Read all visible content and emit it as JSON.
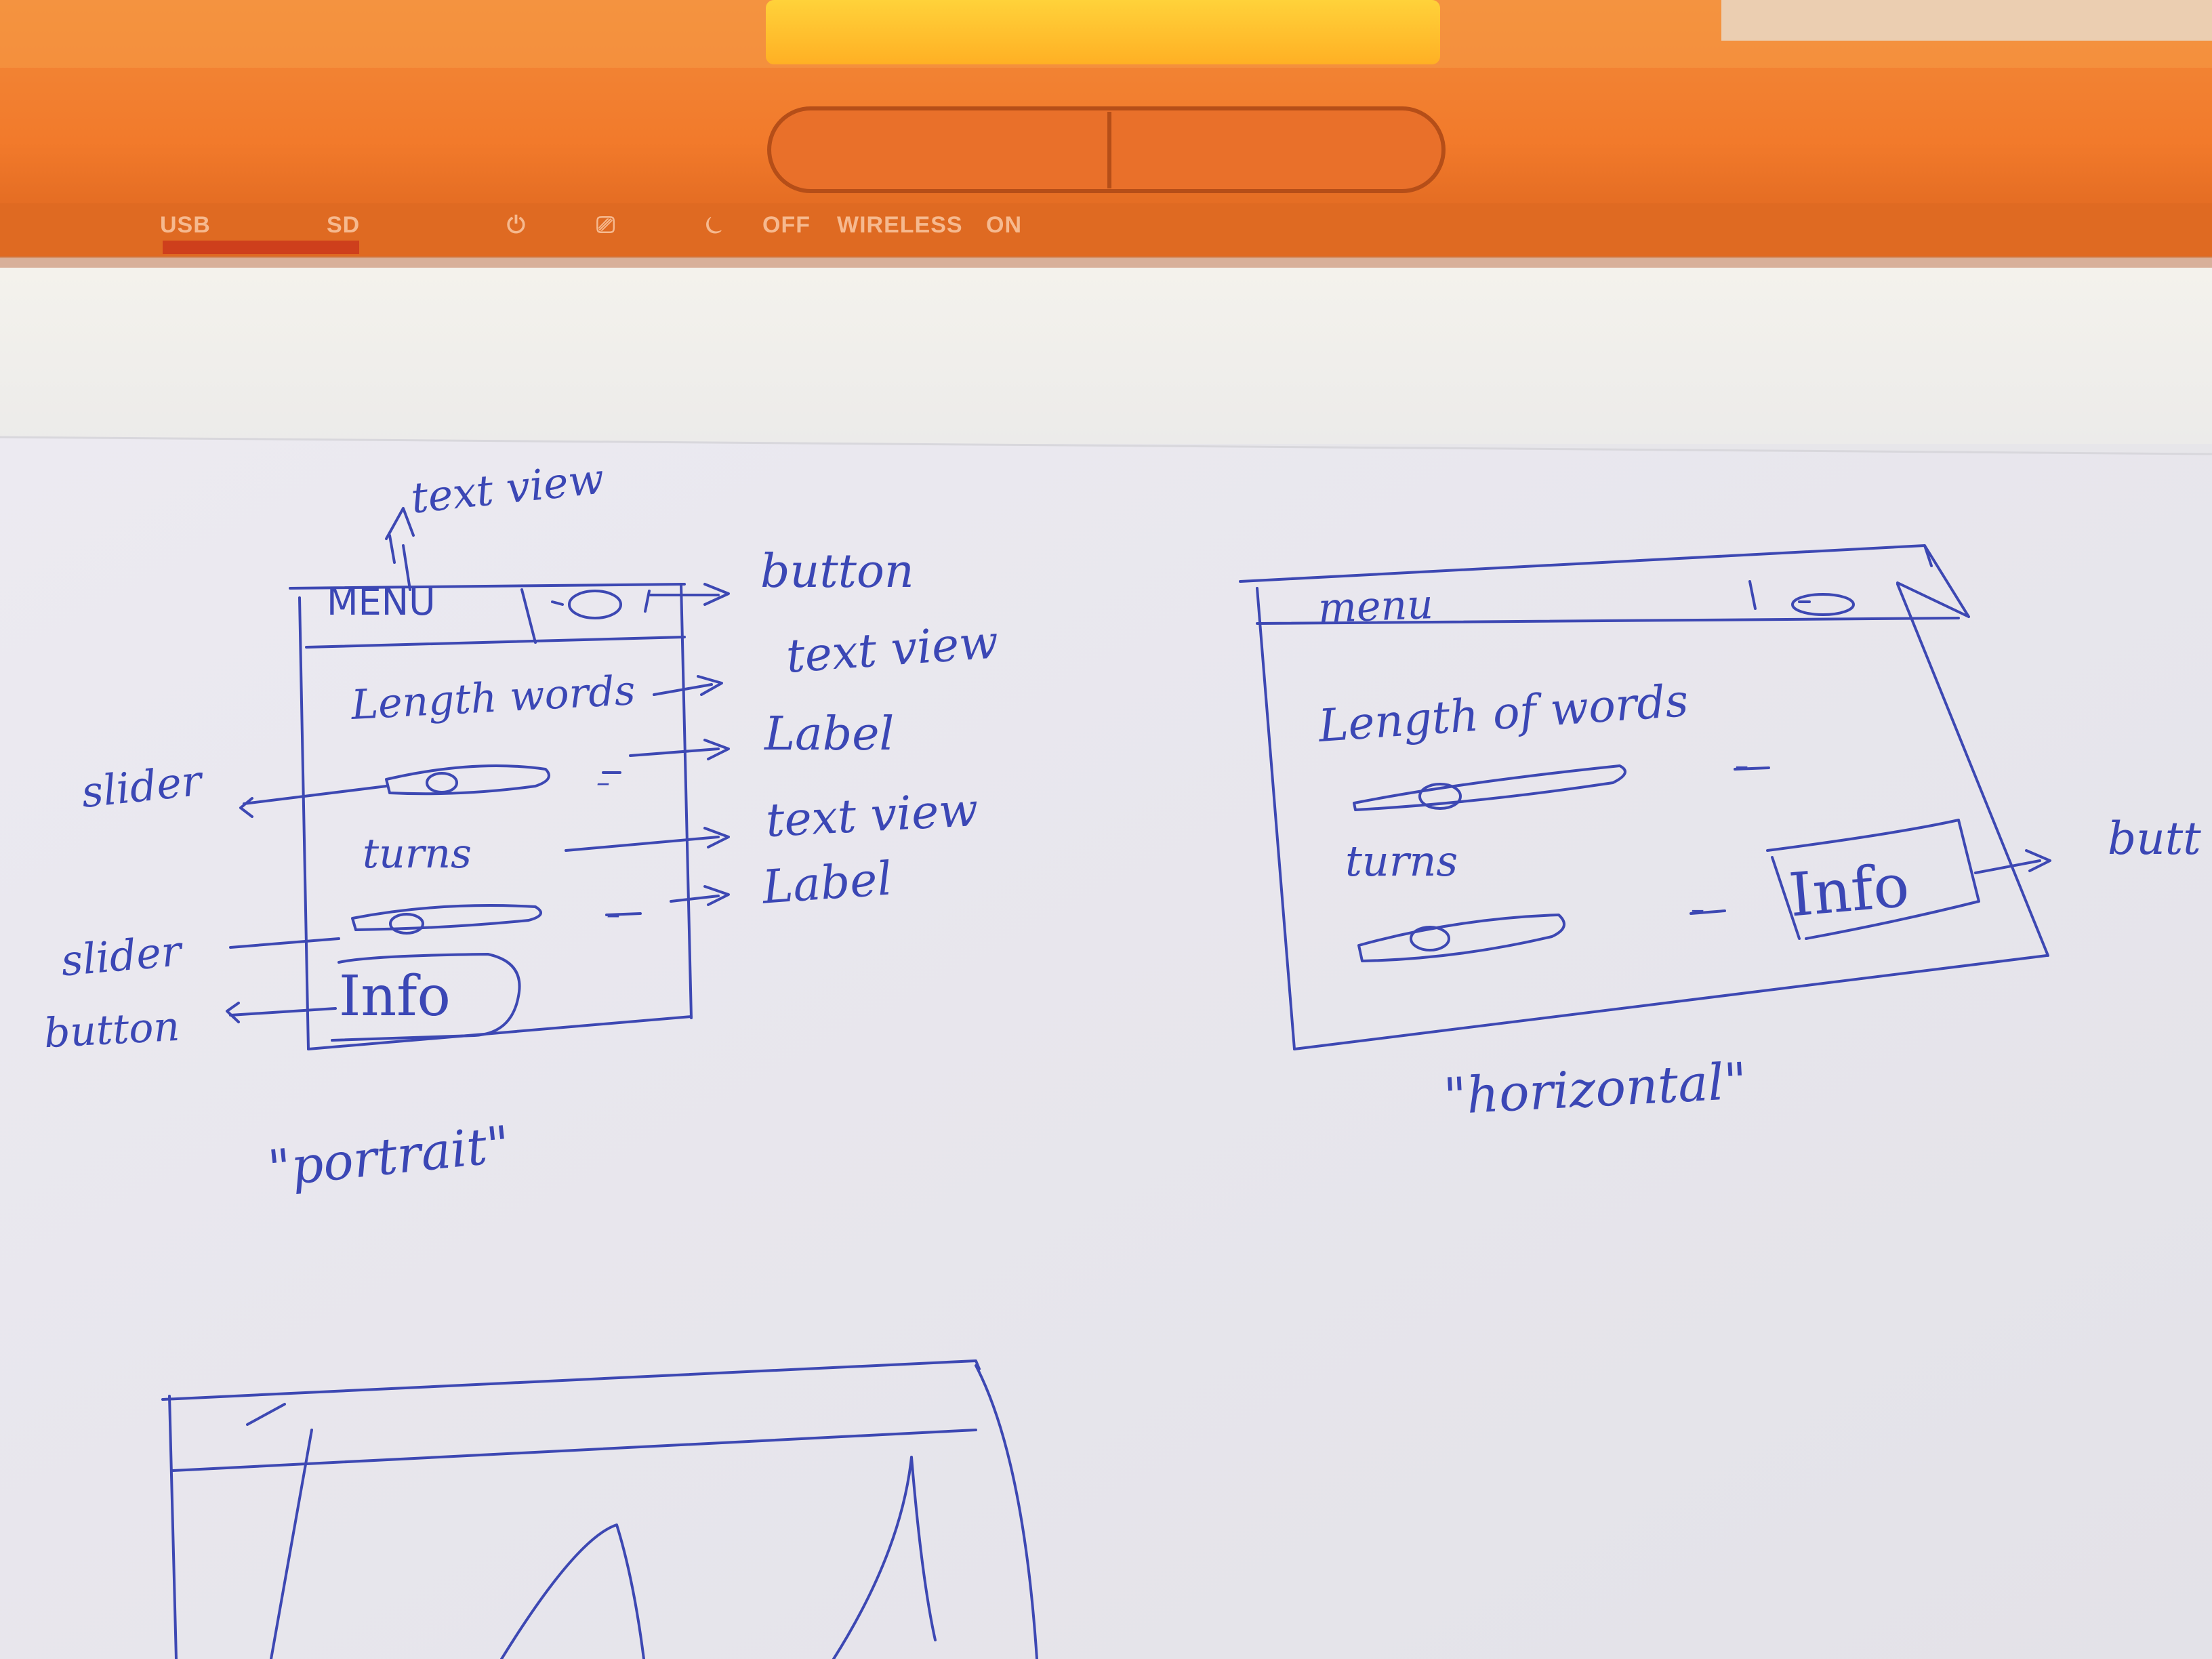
{
  "laptop": {
    "color": "#f07a2c",
    "labels": [
      "USB",
      "SD",
      "⏻",
      "⎚",
      "⏾",
      "OFF",
      "WIRELESS",
      "ON"
    ]
  },
  "sketch": {
    "ink_color": "#3d48b3",
    "portrait": {
      "menu_label": "MENU",
      "row1_text": "Length words",
      "row2_text": "turns",
      "dash1": "–",
      "dash2": "–",
      "info_button": "Info",
      "caption": "\"portrait\"",
      "annotations": {
        "top_text_view": "text view",
        "button": "button",
        "text_view_1": "text view",
        "label_1": "Label",
        "text_view_2": "text view",
        "label_2": "Label",
        "slider_1": "slider",
        "slider_2": "slider",
        "button_left": "button"
      }
    },
    "horizontal": {
      "menu_label": "menu",
      "row1_text": "Length of words",
      "row2_text": "turns",
      "dash1": "–",
      "dash2": "–",
      "info_button": "Info",
      "caption": "\"horizontal\"",
      "annotation_button": "butt"
    }
  }
}
